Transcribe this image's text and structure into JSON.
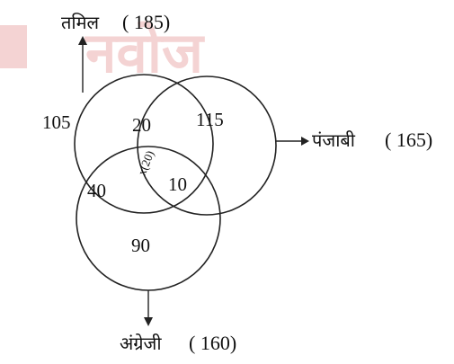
{
  "watermark": {
    "text": "नवोज",
    "color": "#d23b3b",
    "accent": "#6fae5c"
  },
  "sets": {
    "tamil": {
      "name": "तमिल",
      "total": "( 185)"
    },
    "punjabi": {
      "name": "पंजाबी",
      "total": "( 165)"
    },
    "english": {
      "name": "अंग्रेजी",
      "total": "( 160)"
    }
  },
  "regions": {
    "tamil_only": "105",
    "punjabi_only": "115",
    "english_only": "90",
    "tamil_punjabi": "20",
    "tamil_english": "40",
    "punjabi_english": "10",
    "all_three": "x(20)"
  }
}
